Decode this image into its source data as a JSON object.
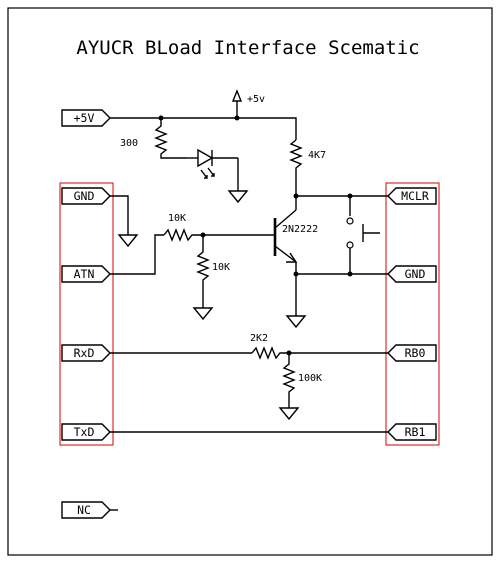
{
  "title": "AYUCR BLoad Interface Scematic",
  "colors": {
    "line": "#000000",
    "highlight": "#e0302a",
    "background": "#ffffff"
  },
  "supply_label": "+5v",
  "left_connectors": [
    "+5V",
    "GND",
    "ATN",
    "RxD",
    "TxD",
    "NC"
  ],
  "right_connectors": [
    "MCLR",
    "GND",
    "RB0",
    "RB1"
  ],
  "components": {
    "r_led": "300",
    "r_collector": "4K7",
    "r_base": "10K",
    "r_base_pulldown": "10K",
    "transistor": "2N2222",
    "r_series": "2K2",
    "r_pulldown": "100K"
  },
  "icons": [
    "ground-symbol",
    "supply-arrow",
    "led",
    "push-button-switch",
    "npn-transistor",
    "resistor"
  ]
}
